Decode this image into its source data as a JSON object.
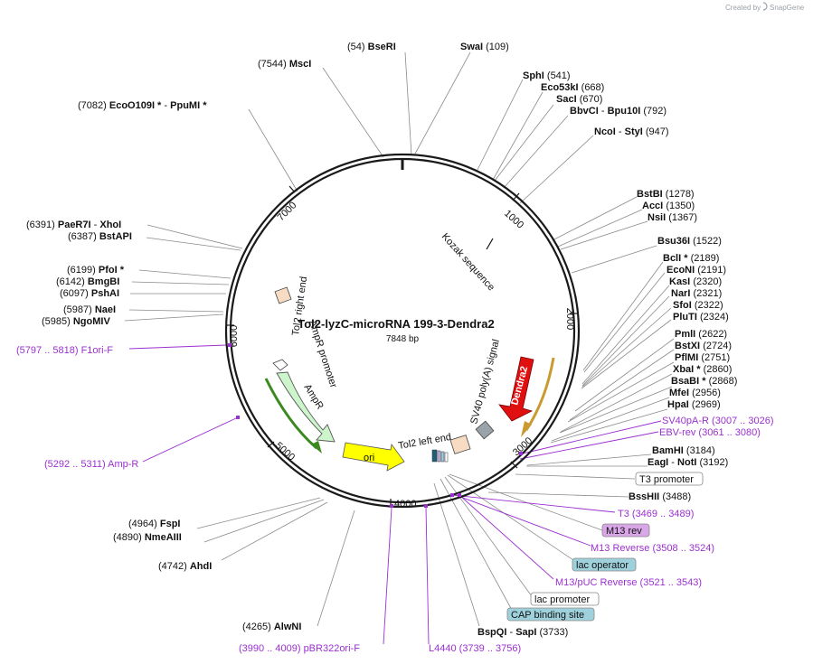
{
  "branding": {
    "created_by": "Created by",
    "product": "SnapGene"
  },
  "plasmid": {
    "name": "Tol2-lyzC-microRNA 199-3-Dendra2",
    "length_label": "7848 bp"
  },
  "ticks": [
    "1000",
    "2000",
    "3000",
    "4000",
    "5000",
    "6000",
    "7000"
  ],
  "features": {
    "kozak": "Kozak sequence",
    "tol2_right": "Tol2 right end",
    "ampr_promoter": "AmpR promoter",
    "ampr": "AmpR",
    "ori": "ori",
    "tol2_left": "Tol2 left end",
    "sv40": "SV40 poly(A) signal",
    "dendra2": "Dendra2"
  },
  "sites": [
    {
      "name": "BseRI",
      "pos": "(54)"
    },
    {
      "name": "SwaI",
      "pos": "(109)"
    },
    {
      "name": "MscI",
      "pos": "(7544)"
    },
    {
      "name": "SphI",
      "pos": "(541)"
    },
    {
      "name": "Eco53kI",
      "pos": "(668)"
    },
    {
      "name": "SacI",
      "pos": "(670)"
    },
    {
      "name": "BbvCI",
      "sep": "-",
      "name2": "Bpu10I",
      "pos": "(792)"
    },
    {
      "name": "EcoO109I *",
      "sep": "-",
      "name2": "PpuMI *",
      "pos": "(7082)"
    },
    {
      "name": "NcoI",
      "sep": "-",
      "name2": "StyI",
      "pos": "(947)"
    },
    {
      "name": "BstBI",
      "pos": "(1278)"
    },
    {
      "name": "AccI",
      "pos": "(1350)"
    },
    {
      "name": "NsiI",
      "pos": "(1367)"
    },
    {
      "name": "PaeR7I",
      "sep": "-",
      "name2": "XhoI",
      "pos": "(6391)"
    },
    {
      "name": "BstAPI",
      "pos": "(6387)"
    },
    {
      "name": "Bsu36I",
      "pos": "(1522)"
    },
    {
      "name": "BclI *",
      "pos": "(2189)"
    },
    {
      "name": "EcoNI",
      "pos": "(2191)"
    },
    {
      "name": "PfoI *",
      "pos": "(6199)"
    },
    {
      "name": "BmgBI",
      "pos": "(6142)"
    },
    {
      "name": "PshAI",
      "pos": "(6097)"
    },
    {
      "name": "KasI",
      "pos": "(2320)"
    },
    {
      "name": "NarI",
      "pos": "(2321)"
    },
    {
      "name": "SfoI",
      "pos": "(2322)"
    },
    {
      "name": "PluTI",
      "pos": "(2324)"
    },
    {
      "name": "NaeI",
      "pos": "(5987)"
    },
    {
      "name": "NgoMIV",
      "pos": "(5985)"
    },
    {
      "name": "PmlI",
      "pos": "(2622)"
    },
    {
      "name": "BstXI",
      "pos": "(2724)"
    },
    {
      "name": "PflMI",
      "pos": "(2751)"
    },
    {
      "name": "XbaI *",
      "pos": "(2860)"
    },
    {
      "name": "BsaBI *",
      "pos": "(2868)"
    },
    {
      "name": "MfeI",
      "pos": "(2956)"
    },
    {
      "name": "HpaI",
      "pos": "(2969)"
    },
    {
      "name": "BamHI",
      "pos": "(3184)"
    },
    {
      "name": "EagI",
      "sep": "-",
      "name2": "NotI",
      "pos": "(3192)"
    },
    {
      "name": "BssHII",
      "pos": "(3488)"
    },
    {
      "name": "FspI",
      "pos": "(4964)"
    },
    {
      "name": "NmeAIII",
      "pos": "(4890)"
    },
    {
      "name": "AhdI",
      "pos": "(4742)"
    },
    {
      "name": "AlwNI",
      "pos": "(4265)"
    },
    {
      "name": "BspQI",
      "sep": "-",
      "name2": "SapI",
      "pos": "(3733)"
    }
  ],
  "primers": [
    {
      "name": "F1ori-F",
      "range": "(5797 .. 5818)"
    },
    {
      "name": "SV40pA-R",
      "range": "(3007 .. 3026)"
    },
    {
      "name": "EBV-rev",
      "range": "(3061 .. 3080)"
    },
    {
      "name": "Amp-R",
      "range": "(5292 .. 5311)"
    },
    {
      "name": "T3",
      "range": "(3469 .. 3489)"
    },
    {
      "name": "M13 Reverse",
      "range": "(3508 .. 3524)"
    },
    {
      "name": "M13/pUC Reverse",
      "range": "(3521 .. 3543)"
    },
    {
      "name": "pBR322ori-F",
      "range": "(3990 .. 4009)"
    },
    {
      "name": "L4440",
      "range": "(3739 .. 3756)"
    }
  ],
  "boxed_features": {
    "t3_promoter": "T3 promoter",
    "m13_rev": "M13 rev",
    "lac_operator": "lac operator",
    "lac_promoter": "lac promoter",
    "cap_site": "CAP binding site"
  }
}
